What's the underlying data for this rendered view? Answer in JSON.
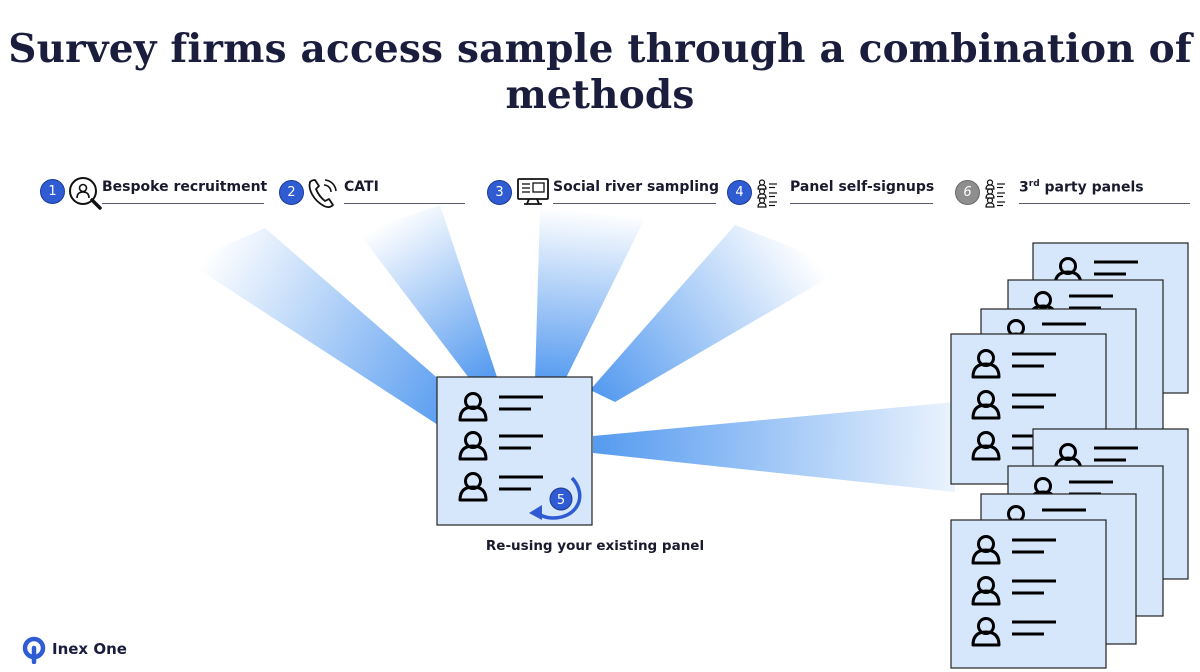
{
  "title": "Survey firms access sample through a combination of methods",
  "methods": [
    {
      "number": "1",
      "label": "Bespoke recruitment",
      "icon": "magnifier-person-icon"
    },
    {
      "number": "2",
      "label": "CATI",
      "icon": "phone-icon"
    },
    {
      "number": "3",
      "label": "Social river sampling",
      "icon": "computer-screen-icon"
    },
    {
      "number": "4",
      "label": "Panel self-signups",
      "icon": "person-list-icon"
    },
    {
      "number": "6",
      "label": "3rd party panels",
      "icon": "person-list-icon"
    }
  ],
  "reuse": {
    "number": "5",
    "label": "Re-using your existing panel"
  },
  "logo": {
    "text": "Inex One"
  },
  "colors": {
    "title": "#1b1d3d",
    "badge_blue": "#2f5bd3",
    "badge_grey": "#8e8e8e",
    "card_fill": "#d6e6fb",
    "beam": "#7fb4f5"
  }
}
